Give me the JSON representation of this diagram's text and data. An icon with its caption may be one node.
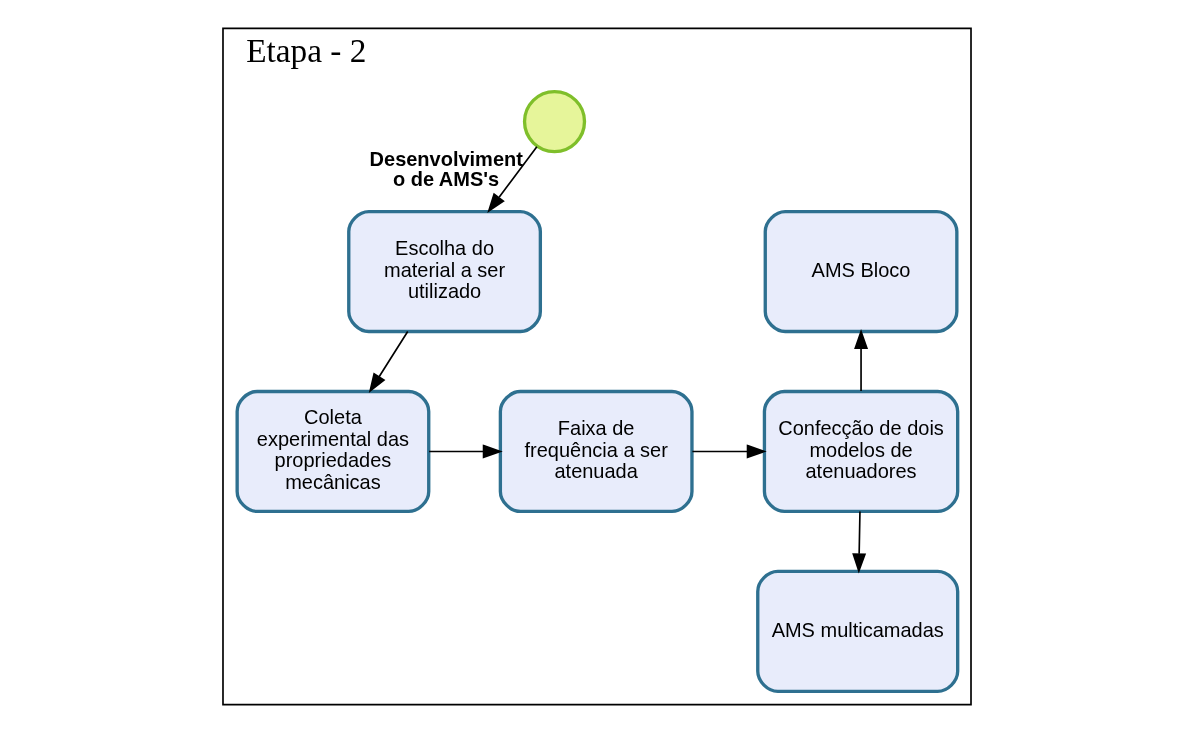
{
  "diagram": {
    "nodes": [
      {
        "text": [
          "Etapa - 2"
        ]
      },
      {
        "text": [
          "Desenvolvimento de AMS's"
        ],
        "in": 0
      },
      {
        "text": [
          "Escolha do material a ser utilizado"
        ],
        "in": 0
      },
      {
        "text": [
          "Coleta experimental das propriedades mecânicas"
        ],
        "in": 0
      },
      {
        "text": [
          "Faixa de frequência a ser atenuada"
        ],
        "in": 0
      },
      {
        "text": [
          "Confecção de dois modelos de atenuadores"
        ],
        "in": 0
      },
      {
        "text": [
          "AMS Bloco"
        ],
        "in": 0
      },
      {
        "text": [
          "AMS multicamadas"
        ],
        "in": 0
      }
    ],
    "edges": [
      {
        "from": 1,
        "to": 2,
        "arrow": "to"
      },
      {
        "from": 2,
        "to": 3,
        "arrow": "to"
      },
      {
        "from": 3,
        "to": 4,
        "arrow": "to"
      },
      {
        "from": 4,
        "to": 5,
        "arrow": "to"
      },
      {
        "from": 5,
        "to": 6,
        "arrow": "to"
      },
      {
        "from": 5,
        "to": 7,
        "arrow": "to"
      }
    ]
  }
}
